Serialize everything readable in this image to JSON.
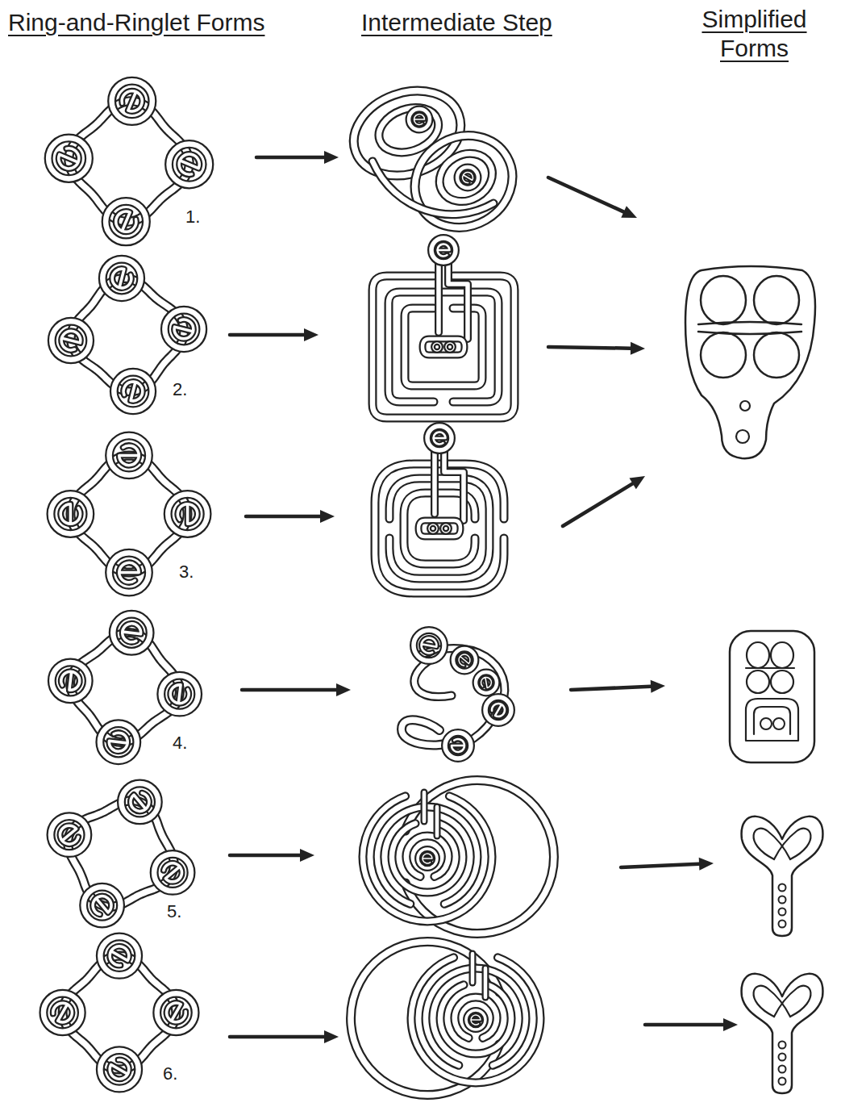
{
  "diagram": {
    "labels": [
      "Ring-and-Ringlet Forms",
      "Intermediate Step",
      "Simplified Forms",
      "1.",
      "2.",
      "3.",
      "4.",
      "5.",
      "6."
    ]
  }
}
